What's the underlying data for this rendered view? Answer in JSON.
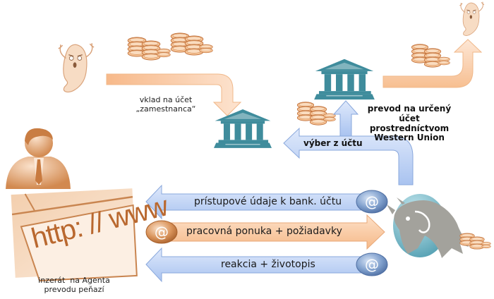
{
  "diagram": {
    "labels": {
      "deposit": [
        "vklad na účet",
        "„zamestnanca“"
      ],
      "withdrawal": "výber z účtu",
      "transfer": [
        "prevod na určený účet",
        "prostredníctvom",
        "Western Union"
      ],
      "ad": [
        "inzerát  na Agenta",
        "prevodu peňazí"
      ],
      "url_text": "http: // www"
    },
    "messages": [
      {
        "text": "prístupové údaje k bank. účtu",
        "direction": "left",
        "color": "blue",
        "icon": "at-sign-icon"
      },
      {
        "text": "pracovná ponuka + požiadavky",
        "direction": "right",
        "color": "orange",
        "icon": "at-sign-icon"
      },
      {
        "text": "reakcia + životopis",
        "direction": "left",
        "color": "blue",
        "icon": "at-sign-icon"
      }
    ],
    "at_symbol": "@",
    "colors": {
      "orange_arrow": "#f9c9a0",
      "blue_arrow": "#b9cff3",
      "bank_teal": "#3f8c9c",
      "coin_orange": "#d9884a",
      "ghost": "#f1d3b8",
      "horse_gray": "#a09f9a"
    }
  }
}
